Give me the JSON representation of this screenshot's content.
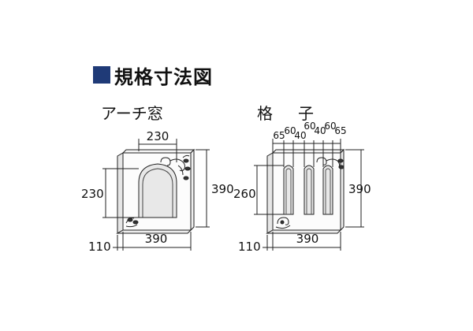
{
  "section_title": "規格寸法図",
  "accent_color": "#1f3a77",
  "products": [
    {
      "name": "アーチ窓",
      "dims": {
        "top_width": "230",
        "height": "390",
        "opening_height": "230",
        "depth": "110",
        "width": "390"
      }
    },
    {
      "name": "格　子",
      "dims": {
        "segments": [
          "65",
          "60",
          "40",
          "60",
          "40",
          "60",
          "65"
        ],
        "height": "390",
        "opening_height": "260",
        "depth": "110",
        "width": "390"
      }
    }
  ]
}
